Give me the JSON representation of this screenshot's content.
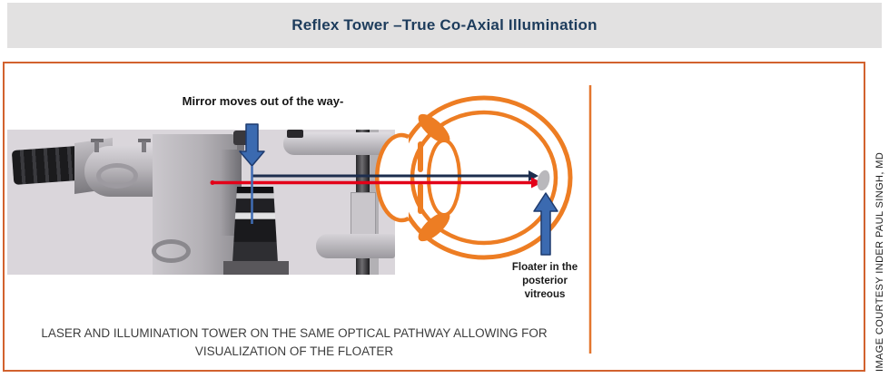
{
  "header": {
    "title": "Reflex Tower –True Co-Axial Illumination"
  },
  "figure": {
    "mirror_label": "Mirror moves out of the way-",
    "floater_label": [
      "Floater in the",
      "posterior",
      "vitreous"
    ],
    "caption": [
      "LASER AND ILLUMINATION TOWER ON THE SAME OPTICAL PATHWAY ALLOWING FOR",
      "VISUALIZATION OF THE FLOATER"
    ],
    "credit": "IMAGE COURTESY INDER PAUL SINGH, MD"
  },
  "colors": {
    "accent_orange": "#ed7d23",
    "panel_border_orange": "#d2622e",
    "divider_orange": "#e4762e",
    "beam_red": "#e30018",
    "beam_navy": "#1d2e4e",
    "arrow_blue": "#3b6ab0",
    "arrow_blue_outline": "#1d3a6e",
    "title_navy": "#1d3c5c",
    "header_gray": "#e2e1e1",
    "photo_background": "#dad6db",
    "floater_gray": "#b9b8bc"
  }
}
